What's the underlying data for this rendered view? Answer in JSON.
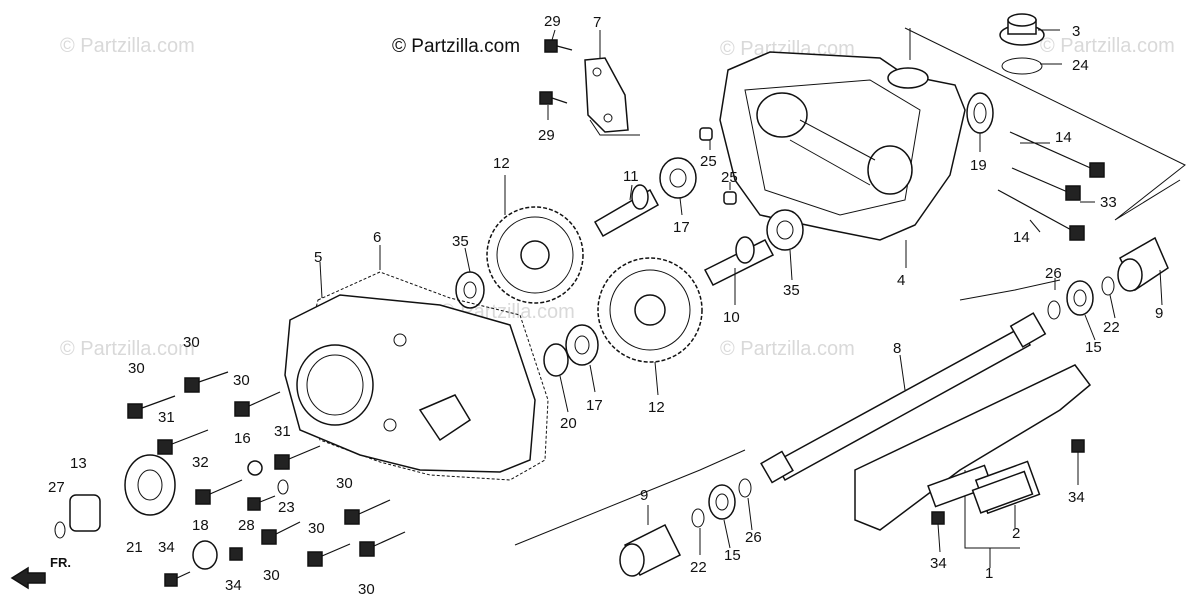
{
  "watermark": "© Partzilla.com",
  "credit": "© Partzilla.com",
  "front_marker": "FR.",
  "callouts": {
    "c1": "1",
    "c2": "2",
    "c3": "3",
    "c4": "4",
    "c5": "5",
    "c6": "6",
    "c7": "7",
    "c8": "8",
    "c9a": "9",
    "c9b": "9",
    "c10": "10",
    "c11": "11",
    "c12a": "12",
    "c12b": "12",
    "c13": "13",
    "c14a": "14",
    "c14b": "14",
    "c15a": "15",
    "c15b": "15",
    "c16": "16",
    "c17a": "17",
    "c17b": "17",
    "c18": "18",
    "c19": "19",
    "c20": "20",
    "c21": "21",
    "c22a": "22",
    "c22b": "22",
    "c23": "23",
    "c24": "24",
    "c25a": "25",
    "c25b": "25",
    "c26a": "26",
    "c26b": "26",
    "c27": "27",
    "c28": "28",
    "c29a": "29",
    "c29b": "29",
    "c30a": "30",
    "c30b": "30",
    "c30c": "30",
    "c30d": "30",
    "c30e": "30",
    "c30f": "30",
    "c30g": "30",
    "c31a": "31",
    "c31b": "31",
    "c32": "32",
    "c33": "33",
    "c34a": "34",
    "c34b": "34",
    "c34c": "34",
    "c34d": "34",
    "c35a": "35",
    "c35b": "35"
  }
}
